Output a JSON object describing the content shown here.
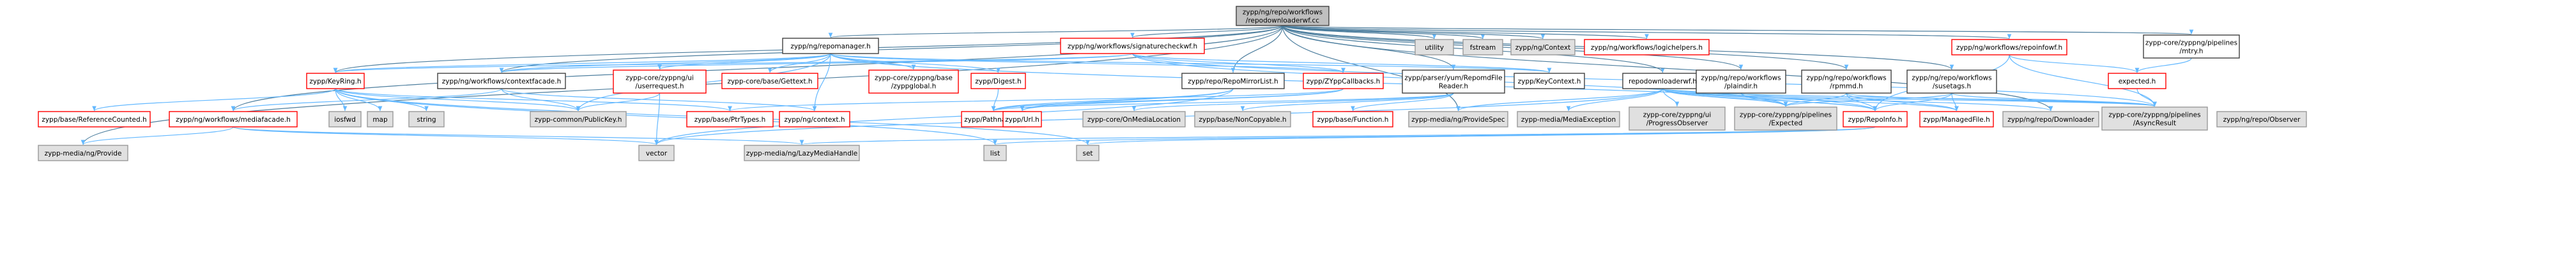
{
  "colors": {
    "root_fill": "#bfbfbf",
    "root_border": "#404040",
    "header_fill": "#ffffff",
    "header_border": "#404040",
    "missing_fill": "#e0e0e0",
    "missing_border": "#999999",
    "broken_fill": "#ffffff",
    "broken_border": "#ff0000",
    "broken_text": "#ff0000",
    "edge": "#63b8ff",
    "edge_dark": "#4d7e9e"
  },
  "nodes": [
    {
      "id": "root",
      "label": [
        "zypp/ng/repo/workflows",
        "/repodownloaderwf.cc"
      ],
      "kind": "root"
    },
    {
      "id": "utility",
      "label": [
        "utility"
      ],
      "kind": "missing"
    },
    {
      "id": "fstream",
      "label": [
        "fstream"
      ],
      "kind": "missing"
    },
    {
      "id": "zyppng_context",
      "label": [
        "zypp/ng/Context"
      ],
      "kind": "missing"
    },
    {
      "id": "logichelpers",
      "label": [
        "zypp/ng/workflows/logichelpers.h"
      ],
      "kind": "broken"
    },
    {
      "id": "repoinfowf",
      "label": [
        "zypp/ng/workflows/repoinfowf.h"
      ],
      "kind": "broken"
    },
    {
      "id": "pipelines_mtry",
      "label": [
        "zypp-core/zyppng/pipelines",
        "/mtry.h"
      ],
      "kind": "header"
    },
    {
      "id": "repomanager",
      "label": [
        "zypp/ng/repomanager.h"
      ],
      "kind": "header"
    },
    {
      "id": "sigcheckwf",
      "label": [
        "zypp/ng/workflows/signaturecheckwf.h"
      ],
      "kind": "broken"
    },
    {
      "id": "keyring",
      "label": [
        "zypp/KeyRing.h"
      ],
      "kind": "broken"
    },
    {
      "id": "ctxfacade",
      "label": [
        "zypp/ng/workflows/contextfacade.h"
      ],
      "kind": "header"
    },
    {
      "id": "userrequest",
      "label": [
        "zypp-core/zyppng/ui",
        "/userrequest.h"
      ],
      "kind": "broken"
    },
    {
      "id": "gettext",
      "label": [
        "zypp-core/base/Gettext.h"
      ],
      "kind": "broken"
    },
    {
      "id": "zyppglobal",
      "label": [
        "zypp-core/zyppng/base",
        "/zyppglobal.h"
      ],
      "kind": "broken"
    },
    {
      "id": "digest",
      "label": [
        "zypp/Digest.h"
      ],
      "kind": "broken"
    },
    {
      "id": "mirrorlist",
      "label": [
        "zypp/repo/RepoMirrorList.h"
      ],
      "kind": "header"
    },
    {
      "id": "zyppcallbacks",
      "label": [
        "zypp/ZYppCallbacks.h"
      ],
      "kind": "broken"
    },
    {
      "id": "repomdfile",
      "label": [
        "zypp/parser/yum/RepomdFile",
        "Reader.h"
      ],
      "kind": "header"
    },
    {
      "id": "keycontext",
      "label": [
        "zypp/KeyContext.h"
      ],
      "kind": "header"
    },
    {
      "id": "repodownloaderwf",
      "label": [
        "repodownloaderwf.h"
      ],
      "kind": "header"
    },
    {
      "id": "plaindir",
      "label": [
        "zypp/ng/repo/workflows",
        "/plaindir.h"
      ],
      "kind": "header"
    },
    {
      "id": "rpmmd",
      "label": [
        "zypp/ng/repo/workflows",
        "/rpmmd.h"
      ],
      "kind": "header"
    },
    {
      "id": "susetags",
      "label": [
        "zypp/ng/repo/workflows",
        "/susetags.h"
      ],
      "kind": "header"
    },
    {
      "id": "expected",
      "label": [
        "expected.h"
      ],
      "kind": "broken"
    },
    {
      "id": "refcounted",
      "label": [
        "zypp/base/ReferenceCounted.h"
      ],
      "kind": "broken"
    },
    {
      "id": "mediafacade",
      "label": [
        "zypp/ng/workflows/mediafacade.h"
      ],
      "kind": "broken"
    },
    {
      "id": "iosfwd",
      "label": [
        "iosfwd"
      ],
      "kind": "missing"
    },
    {
      "id": "map",
      "label": [
        "map"
      ],
      "kind": "missing"
    },
    {
      "id": "string",
      "label": [
        "string"
      ],
      "kind": "missing"
    },
    {
      "id": "publickey",
      "label": [
        "zypp-common/PublicKey.h"
      ],
      "kind": "missing"
    },
    {
      "id": "ptrtypes",
      "label": [
        "zypp/base/PtrTypes.h"
      ],
      "kind": "broken"
    },
    {
      "id": "ngcontext",
      "label": [
        "zypp/ng/context.h"
      ],
      "kind": "broken"
    },
    {
      "id": "pathname",
      "label": [
        "zypp/Pathname.h"
      ],
      "kind": "broken"
    },
    {
      "id": "url",
      "label": [
        "zypp/Url.h"
      ],
      "kind": "broken"
    },
    {
      "id": "medialocation",
      "label": [
        "zypp-core/OnMediaLocation"
      ],
      "kind": "missing"
    },
    {
      "id": "noncopyable",
      "label": [
        "zypp/base/NonCopyable.h"
      ],
      "kind": "missing"
    },
    {
      "id": "function",
      "label": [
        "zypp/base/Function.h"
      ],
      "kind": "broken"
    },
    {
      "id": "providespec",
      "label": [
        "zypp-media/ng/ProvideSpec"
      ],
      "kind": "missing"
    },
    {
      "id": "mediaexception",
      "label": [
        "zypp-media/MediaException"
      ],
      "kind": "missing"
    },
    {
      "id": "progressobserver",
      "label": [
        "zypp-core/zyppng/ui",
        "/ProgressObserver"
      ],
      "kind": "missing"
    },
    {
      "id": "pipelines_expected",
      "label": [
        "zypp-core/zyppng/pipelines",
        "/Expected"
      ],
      "kind": "missing"
    },
    {
      "id": "repoinfo",
      "label": [
        "zypp/RepoInfo.h"
      ],
      "kind": "broken"
    },
    {
      "id": "managedfile",
      "label": [
        "zypp/ManagedFile.h"
      ],
      "kind": "broken"
    },
    {
      "id": "downloader",
      "label": [
        "zypp/ng/repo/Downloader"
      ],
      "kind": "missing"
    },
    {
      "id": "asyncresult",
      "label": [
        "zypp-core/zyppng/pipelines",
        "/AsyncResult"
      ],
      "kind": "missing"
    },
    {
      "id": "provide",
      "label": [
        "zypp-media/ng/Provide"
      ],
      "kind": "missing"
    },
    {
      "id": "vector",
      "label": [
        "vector"
      ],
      "kind": "missing"
    },
    {
      "id": "lazymediahandle",
      "label": [
        "zypp-media/ng/LazyMediaHandle"
      ],
      "kind": "missing"
    },
    {
      "id": "list",
      "label": [
        "list"
      ],
      "kind": "missing"
    },
    {
      "id": "set",
      "label": [
        "set"
      ],
      "kind": "missing"
    },
    {
      "id": "repoobserver",
      "label": [
        "zypp/ng/repo/Observer"
      ],
      "kind": "missing"
    }
  ],
  "edges": [
    [
      "root",
      "utility"
    ],
    [
      "root",
      "fstream"
    ],
    [
      "root",
      "zyppng_context"
    ],
    [
      "root",
      "logichelpers"
    ],
    [
      "root",
      "repoinfowf"
    ],
    [
      "root",
      "pipelines_mtry"
    ],
    [
      "root",
      "repomanager"
    ],
    [
      "root",
      "sigcheckwf"
    ],
    [
      "root",
      "keyring"
    ],
    [
      "root",
      "ctxfacade"
    ],
    [
      "root",
      "mirrorlist"
    ],
    [
      "root",
      "repomdfile"
    ],
    [
      "root",
      "repodownloaderwf"
    ],
    [
      "root",
      "plaindir"
    ],
    [
      "root",
      "rpmmd"
    ],
    [
      "root",
      "susetags"
    ],
    [
      "root",
      "mediafacade"
    ],
    [
      "root",
      "provide"
    ],
    [
      "root",
      "providespec"
    ],
    [
      "root",
      "downloader"
    ],
    [
      "repomanager",
      "keyring"
    ],
    [
      "repomanager",
      "ctxfacade"
    ],
    [
      "repomanager",
      "userrequest"
    ],
    [
      "repomanager",
      "gettext"
    ],
    [
      "repomanager",
      "zyppglobal"
    ],
    [
      "repomanager",
      "digest"
    ],
    [
      "repomanager",
      "zyppcallbacks"
    ],
    [
      "repomanager",
      "keycontext"
    ],
    [
      "repomanager",
      "repoinfo"
    ],
    [
      "repomanager",
      "ngcontext"
    ],
    [
      "repomanager",
      "publickey"
    ],
    [
      "sigcheckwf",
      "keyring"
    ],
    [
      "sigcheckwf",
      "ctxfacade"
    ],
    [
      "sigcheckwf",
      "zyppcallbacks"
    ],
    [
      "sigcheckwf",
      "keycontext"
    ],
    [
      "sigcheckwf",
      "pipelines_expected"
    ],
    [
      "sigcheckwf",
      "asyncresult"
    ],
    [
      "keyring",
      "refcounted"
    ],
    [
      "keyring",
      "iosfwd"
    ],
    [
      "keyring",
      "map"
    ],
    [
      "keyring",
      "string"
    ],
    [
      "keyring",
      "publickey"
    ],
    [
      "keyring",
      "ptrtypes"
    ],
    [
      "keyring",
      "set"
    ],
    [
      "keyring",
      "list"
    ],
    [
      "ctxfacade",
      "mediafacade"
    ],
    [
      "ctxfacade",
      "ngcontext"
    ],
    [
      "ctxfacade",
      "publickey"
    ],
    [
      "userrequest",
      "vector"
    ],
    [
      "userrequest",
      "publickey"
    ],
    [
      "digest",
      "pathname"
    ],
    [
      "mirrorlist",
      "pathname"
    ],
    [
      "mirrorlist",
      "url"
    ],
    [
      "mirrorlist",
      "vector"
    ],
    [
      "zyppcallbacks",
      "pathname"
    ],
    [
      "zyppcallbacks",
      "url"
    ],
    [
      "zyppcallbacks",
      "ptrtypes"
    ],
    [
      "repomdfile",
      "medialocation"
    ],
    [
      "repomdfile",
      "noncopyable"
    ],
    [
      "repomdfile",
      "function"
    ],
    [
      "repomdfile",
      "pathname"
    ],
    [
      "repodownloaderwf",
      "providespec"
    ],
    [
      "repodownloaderwf",
      "mediaexception"
    ],
    [
      "repodownloaderwf",
      "progressobserver"
    ],
    [
      "repodownloaderwf",
      "pipelines_expected"
    ],
    [
      "repodownloaderwf",
      "repoinfo"
    ],
    [
      "repodownloaderwf",
      "managedfile"
    ],
    [
      "repodownloaderwf",
      "downloader"
    ],
    [
      "repodownloaderwf",
      "asyncresult"
    ],
    [
      "repodownloaderwf",
      "vector"
    ],
    [
      "plaindir",
      "repoinfo"
    ],
    [
      "plaindir",
      "pipelines_expected"
    ],
    [
      "plaindir",
      "asyncresult"
    ],
    [
      "rpmmd",
      "repoinfo"
    ],
    [
      "rpmmd",
      "pipelines_expected"
    ],
    [
      "rpmmd",
      "asyncresult"
    ],
    [
      "rpmmd",
      "managedfile"
    ],
    [
      "susetags",
      "repoinfo"
    ],
    [
      "susetags",
      "pipelines_expected"
    ],
    [
      "susetags",
      "asyncresult"
    ],
    [
      "susetags",
      "managedfile"
    ],
    [
      "repoinfowf",
      "expected"
    ],
    [
      "repoinfowf",
      "repoinfo"
    ],
    [
      "repoinfowf",
      "asyncresult"
    ],
    [
      "pipelines_mtry",
      "expected"
    ],
    [
      "expected",
      "asyncresult"
    ],
    [
      "mediafacade",
      "provide"
    ],
    [
      "mediafacade",
      "vector"
    ],
    [
      "mediafacade",
      "lazymediahandle"
    ],
    [
      "repoinfo",
      "list"
    ],
    [
      "repoinfo",
      "set"
    ],
    [
      "repoinfo",
      "lazymediahandle"
    ]
  ]
}
